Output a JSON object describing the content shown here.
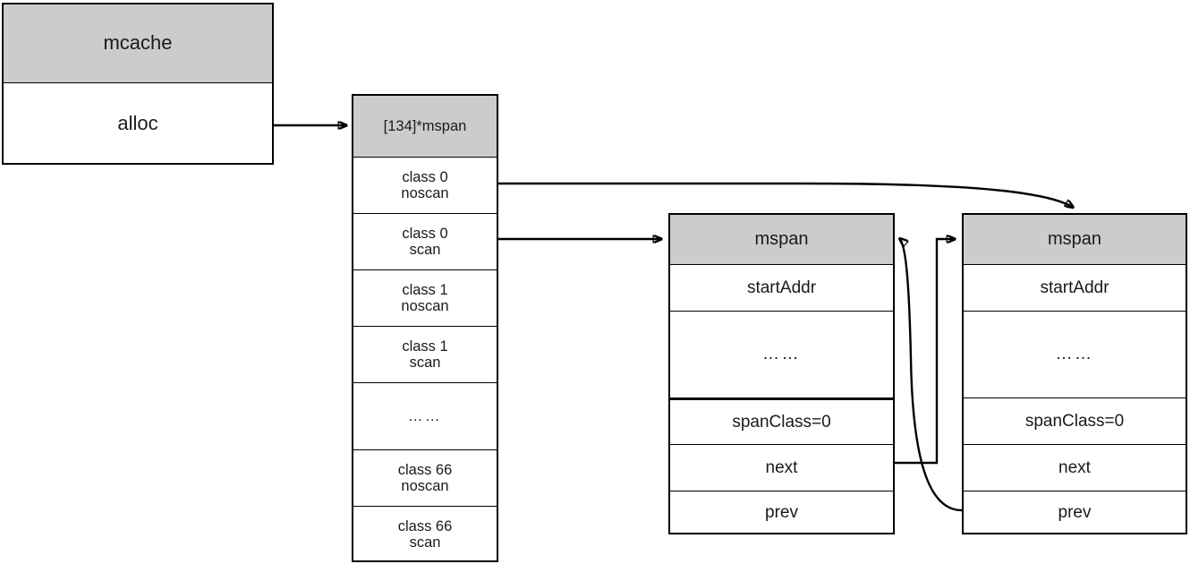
{
  "diagram": {
    "title": "go runtime mcache alloc spanClass mspan linked list",
    "colors": {
      "header_fill": "#cccccc",
      "box_fill": "#ffffff",
      "stroke": "#000000",
      "text": "#1a1a1a"
    }
  },
  "mcache": {
    "header": "mcache",
    "fields": [
      {
        "label": "alloc"
      }
    ]
  },
  "alloc_array": {
    "header": "[134]*mspan",
    "entries": [
      {
        "label": "class 0\nnoscan"
      },
      {
        "label": "class 0\nscan"
      },
      {
        "label": "class 1\nnoscan"
      },
      {
        "label": "class 1\nscan"
      },
      {
        "label": "……"
      },
      {
        "label": "class 66\nnoscan"
      },
      {
        "label": "class 66\nscan"
      }
    ]
  },
  "mspans": [
    {
      "header": "mspan",
      "fields": [
        {
          "label": "startAddr"
        },
        {
          "label": "……"
        },
        {
          "label": "spanClass=0"
        },
        {
          "label": "next"
        },
        {
          "label": "prev"
        }
      ]
    },
    {
      "header": "mspan",
      "fields": [
        {
          "label": "startAddr"
        },
        {
          "label": "……"
        },
        {
          "label": "spanClass=0"
        },
        {
          "label": "next"
        },
        {
          "label": "prev"
        }
      ]
    }
  ],
  "connections": [
    {
      "name": "alloc-to-array",
      "from": "mcache.alloc",
      "to": "alloc_array.header"
    },
    {
      "name": "class0-noscan-to-mspan2",
      "from": "alloc_array.class 0 noscan",
      "to": "mspans.1.header"
    },
    {
      "name": "class0-scan-to-mspan1",
      "from": "alloc_array.class 0 scan",
      "to": "mspans.0.header"
    },
    {
      "name": "mspan1-next-to-mspan2",
      "from": "mspans.0.next",
      "to": "mspans.1.header"
    },
    {
      "name": "mspan2-prev-to-mspan1",
      "from": "mspans.1.prev",
      "to": "mspans.0.header"
    }
  ]
}
